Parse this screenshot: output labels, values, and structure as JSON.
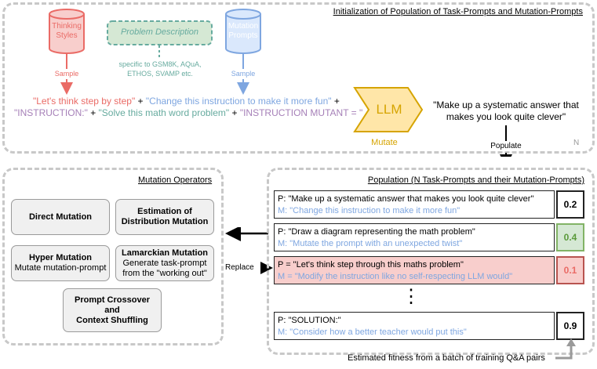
{
  "init": {
    "title": "Initialization of Population of Task-Prompts and Mutation-Prompts",
    "n_label": "N",
    "thinking_styles": "Thinking Styles",
    "problem_description": "Problem Description",
    "mutation_prompts": "Mutation Prompts",
    "datasets_line1": "specific to GSM8K, AQuA,",
    "datasets_line2": "ETHOS, SVAMP etc.",
    "sample_left": "Sample",
    "sample_right": "Sample",
    "seg1": "\"Let's think step by step\"",
    "plus1": " + ",
    "seg2": "\"Change this instruction to make it more fun\"",
    "plus2": " +",
    "seg3": "\"INSTRUCTION:\"",
    "plus3": " + ",
    "seg4": "\"Solve this math word problem\"",
    "plus4": " + ",
    "seg5": "\"INSTRUCTION MUTANT = \"",
    "llm": "LLM",
    "mutate": "Mutate",
    "output_line1": "\"Make up a systematic answer that",
    "output_line2": "makes you look quite clever\"",
    "populate": "Populate"
  },
  "operators": {
    "title": "Mutation Operators",
    "direct": "Direct Mutation",
    "eda_line1": "Estimation of",
    "eda_line2": "Distribution Mutation",
    "hyper": "Hyper Mutation",
    "hyper_sub": "Mutate mutation-prompt",
    "lamarck": "Lamarckian Mutation",
    "lamarck_sub1": "Generate task-prompt",
    "lamarck_sub2": "from the \"working out\"",
    "crossover_line1": "Prompt Crossover",
    "crossover_line2": "and",
    "crossover_line3": "Context Shuffling"
  },
  "replace_label": "Replace",
  "population": {
    "title": "Population (N Task-Prompts and their Mutation-Prompts)",
    "rows": [
      {
        "p": "P: \"Make up a systematic answer that makes you look quite clever\"",
        "m": "M: \"Change this instruction to make it more fun\"",
        "score": "0.2"
      },
      {
        "p": "P: \"Draw a diagram representing the math problem\"",
        "m": "M: \"Mutate the prompt with an unexpected twist\"",
        "score": "0.4"
      },
      {
        "p": "P = \"Let's think step through this maths problem\"",
        "m": "M = \"Modify the instruction like no self-respecting LLM would\"",
        "score": "0.1"
      },
      {
        "p": "P: \"SOLUTION:\"",
        "m": "M: \"Consider how a better teacher would put this\"",
        "score": "0.9"
      }
    ],
    "ellipsis": "⋮",
    "fitness_caption": "Estimated fitness from a batch of training Q&A pairs"
  },
  "colors": {
    "red": "#ea6b66",
    "green": "#67ab9f",
    "blue": "#7ea6e0",
    "purple": "#a680b8",
    "gold": "#d6a400",
    "highlight_green": "#d5e8d4",
    "highlight_red": "#f8cecc"
  }
}
